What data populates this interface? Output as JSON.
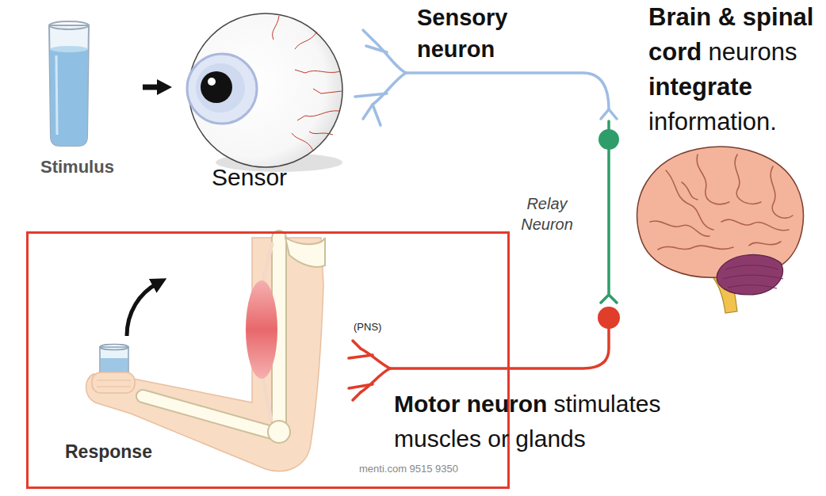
{
  "diagram": {
    "nodes": [
      {
        "text": [
          "Response"
        ]
      }
    ],
    "labels": [
      "Stimulus",
      "Sensor",
      "Sensory neuron",
      "Brain & spinal cord",
      "neurons",
      "integrate",
      "information.",
      "Relay Neuron",
      "(PNS)",
      "Motor neuron",
      "stimulates muscles or glands",
      "menti.com 9515 9350"
    ]
  }
}
